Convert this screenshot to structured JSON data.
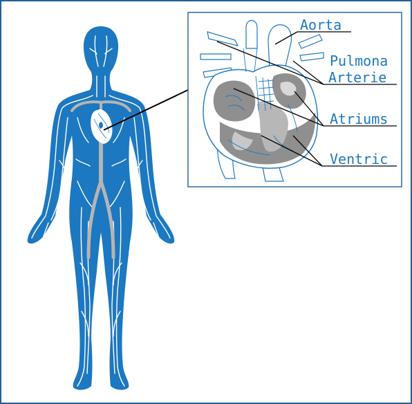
{
  "labels": {
    "aorta": "Aorta",
    "pulmonary_1": "Pulmona",
    "pulmonary_2": "Arterie",
    "atriums": "Atriums",
    "ventricles": "Ventric"
  },
  "colors": {
    "body_blue": "#1c78c0",
    "vessel_white": "#ffffff",
    "artery_gray": "#b5b5b5",
    "heart_gray": "#8f8f8f",
    "line_blue": "#1a78c2",
    "frame_border": "#1f5f9a"
  }
}
